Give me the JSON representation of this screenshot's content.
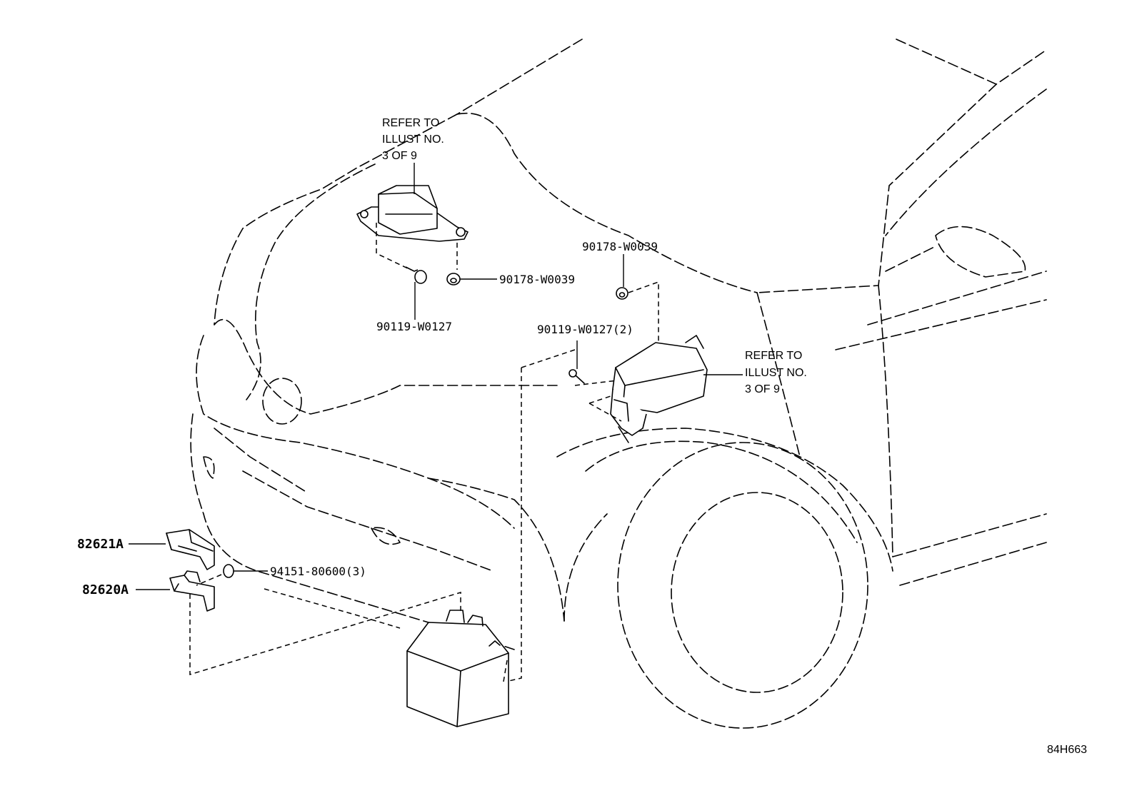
{
  "diagram": {
    "labels": {
      "ref_top": [
        "REFER TO",
        "ILLUST NO.",
        "3 OF 9"
      ],
      "ref_right": [
        "REFER TO",
        "ILLUST NO.",
        "3 OF 9"
      ],
      "nut_upper": "90178-W0039",
      "nut_lower": "90178-W0039",
      "bolt_left": "90119-W0127",
      "bolt_right": "90119-W0127(2)",
      "bracket_cover": "82621A",
      "bracket_base": "82620A",
      "screw": "94151-80600(3)",
      "illustration_code": "84H663"
    }
  }
}
